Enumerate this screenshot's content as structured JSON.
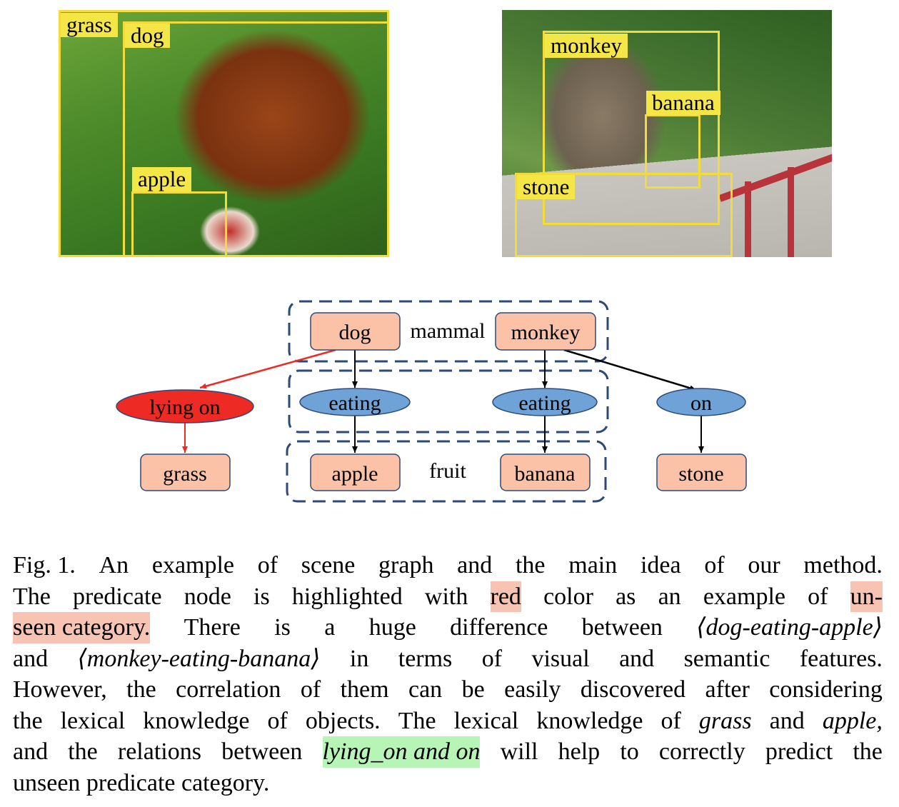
{
  "image_dog": {
    "labels": {
      "grass": "grass",
      "dog": "dog",
      "apple": "apple"
    }
  },
  "image_monkey": {
    "labels": {
      "monkey": "monkey",
      "banana": "banana",
      "stone": "stone"
    }
  },
  "graph": {
    "nodes": {
      "dog": "dog",
      "monkey": "monkey",
      "lying_on": "lying on",
      "eating1": "eating",
      "eating2": "eating",
      "on": "on",
      "grass": "grass",
      "apple": "apple",
      "banana": "banana",
      "stone": "stone"
    },
    "groups": {
      "mammal": "mammal",
      "fruit": "fruit"
    },
    "colors": {
      "object_node": "#fbc2a8",
      "predicate_node": "#6fa3d8",
      "unseen_predicate": "#ee2a24",
      "group_border": "#2b4a7a",
      "box": "#f2dc3a"
    }
  },
  "caption": {
    "l1": [
      "Fig. 1.",
      "An",
      "example",
      "of",
      "scene",
      "graph",
      "and",
      "the",
      "main",
      "idea",
      "of",
      "our",
      "method."
    ],
    "l2": [
      "The",
      "predicate",
      "node",
      "is",
      "highlighted",
      "with",
      "red",
      "color",
      "as",
      "an",
      "example",
      "of",
      "un-"
    ],
    "l3": [
      "seen category.",
      "There",
      "is",
      "a",
      "huge",
      "difference",
      "between",
      "⟨dog-eating-apple⟩"
    ],
    "l4": [
      "and",
      "⟨monkey-eating-banana⟩",
      "in",
      "terms",
      "of",
      "visual",
      "and",
      "semantic",
      "features."
    ],
    "l5": [
      "However,",
      "the",
      "correlation",
      "of",
      "them",
      "can",
      "be",
      "easily",
      "discovered",
      "after",
      "considering"
    ],
    "l6": [
      "the",
      "lexical",
      "knowledge",
      "of",
      "objects.",
      "The",
      "lexical",
      "knowledge",
      "of",
      "grass",
      "and",
      "apple,"
    ],
    "l7": [
      "and",
      "the",
      "relations",
      "between",
      "lying_on and on",
      "will",
      "help",
      "to",
      "correctly",
      "predict",
      "the"
    ],
    "l8": "unseen predicate category."
  }
}
